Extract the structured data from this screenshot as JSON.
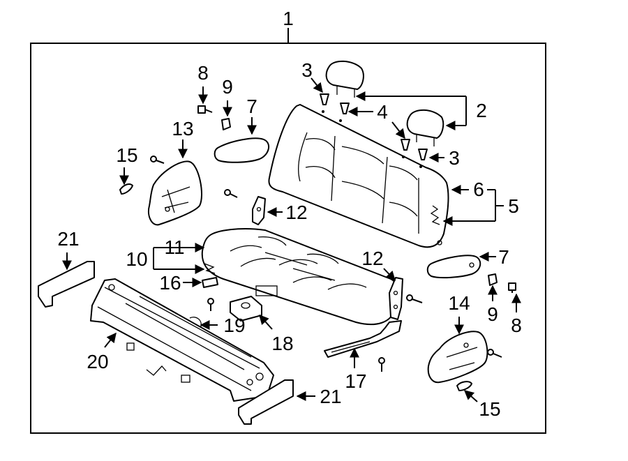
{
  "callouts": {
    "c1": "1",
    "c2": "2",
    "c3a": "3",
    "c3b": "3",
    "c4": "4",
    "c5": "5",
    "c6": "6",
    "c7a": "7",
    "c7b": "7",
    "c8a": "8",
    "c8b": "8",
    "c9a": "9",
    "c9b": "9",
    "c10": "10",
    "c11": "11",
    "c12a": "12",
    "c12b": "12",
    "c13": "13",
    "c14": "14",
    "c15a": "15",
    "c15b": "15",
    "c16": "16",
    "c17": "17",
    "c18": "18",
    "c19": "19",
    "c20": "20",
    "c21a": "21",
    "c21b": "21"
  }
}
